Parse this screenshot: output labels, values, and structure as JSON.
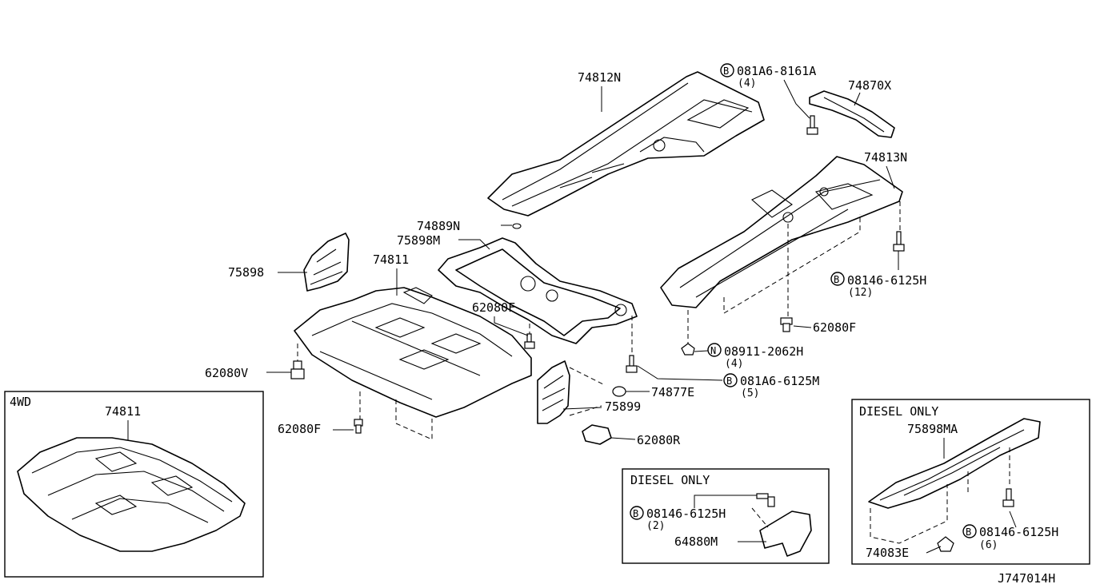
{
  "diagram_id": "J747014H",
  "labels": {
    "p74812N": "74812N",
    "p081A6_8161A": "081A6-8161A",
    "q4a": "(4)",
    "p74870X": "74870X",
    "p74813N": "74813N",
    "p74889N": "74889N",
    "p75898M": "75898M",
    "p75898": "75898",
    "p74811": "74811",
    "p62080F_a": "62080F",
    "p08146_6125H_a": "08146-6125H",
    "q12": "(12)",
    "p62080F_b": "62080F",
    "p08911_2062H": "08911-2062H",
    "q4b": "(4)",
    "p62080V": "62080V",
    "p081A6_6125M": "081A6-6125M",
    "q5": "(5)",
    "p74877E": "74877E",
    "p75899": "75899",
    "p62080F_c": "62080F",
    "p62080R": "62080R"
  },
  "markers": {
    "B": "B",
    "N": "N"
  },
  "box_4wd": {
    "title": "4WD",
    "part": "74811"
  },
  "box_diesel_1": {
    "title": "DIESEL ONLY",
    "bolt": "08146-6125H",
    "qty": "(2)",
    "part": "64880M"
  },
  "box_diesel_2": {
    "title": "DIESEL ONLY",
    "part": "75898MA",
    "bolt": "08146-6125H",
    "qty": "(6)",
    "clip": "74083E"
  }
}
